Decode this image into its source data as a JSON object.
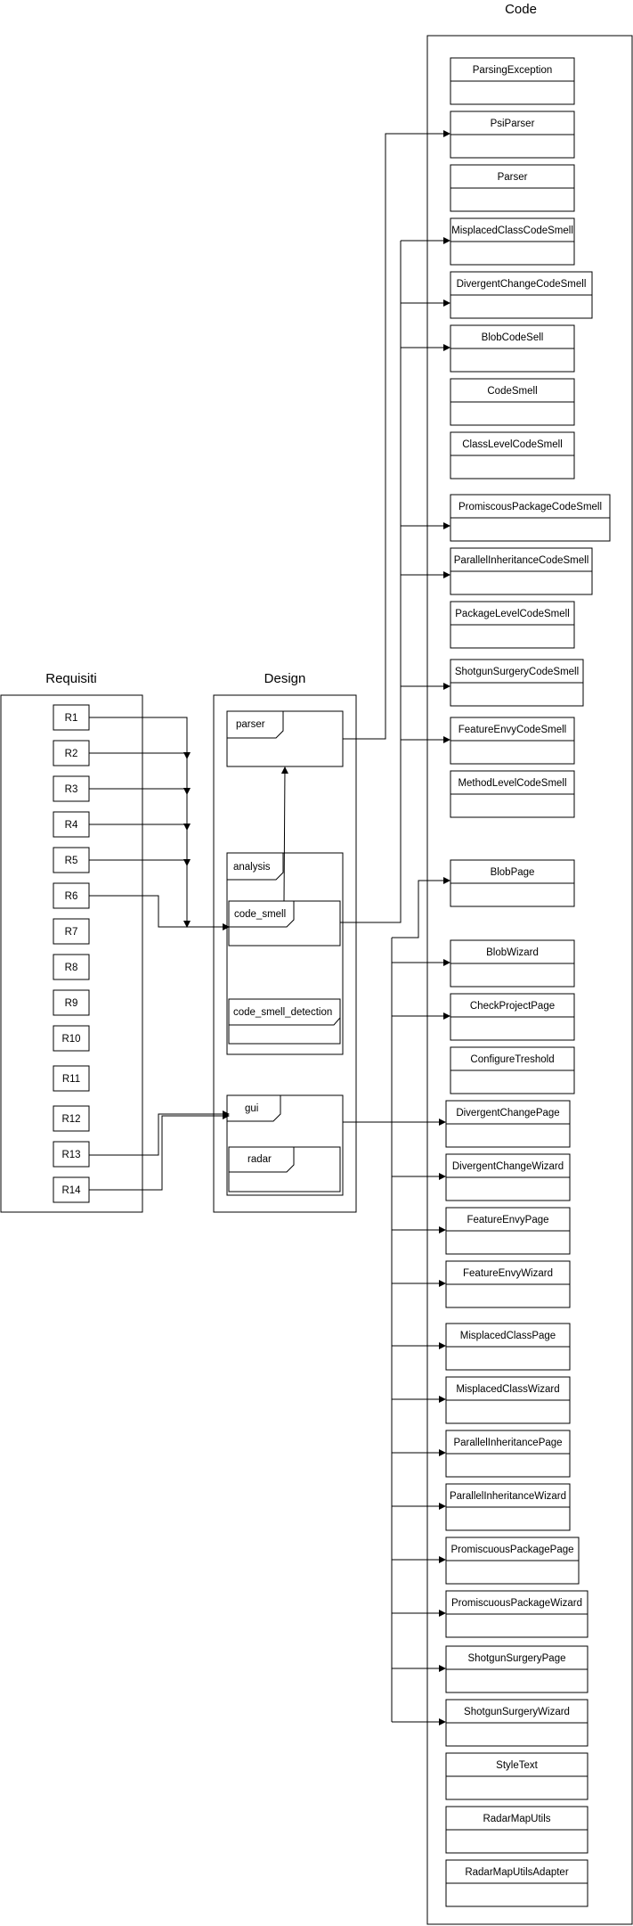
{
  "columns": {
    "requisiti": "Requisiti",
    "design": "Design",
    "code": "Code"
  },
  "requirements": [
    "R1",
    "R2",
    "R3",
    "R4",
    "R5",
    "R6",
    "R7",
    "R8",
    "R9",
    "R10",
    "R11",
    "R12",
    "R13",
    "R14"
  ],
  "design": {
    "parser": "parser",
    "analysis": "analysis",
    "code_smell": "code_smell",
    "code_smell_detection": "code_smell_detection",
    "gui": "gui",
    "radar": "radar"
  },
  "code_classes": [
    "ParsingException",
    "PsiParser",
    "Parser",
    "MisplacedClassCodeSmell",
    "DivergentChangeCodeSmell",
    "BlobCodeSell",
    "CodeSmell",
    "ClassLevelCodeSmell",
    "PromiscousPackageCodeSmell",
    "ParallelInheritanceCodeSmell",
    "PackageLevelCodeSmell",
    "ShotgunSurgeryCodeSmell",
    "FeatureEnvyCodeSmell",
    "MethodLevelCodeSmell",
    "BlobPage",
    "BlobWizard",
    "CheckProjectPage",
    "ConfigureTreshold",
    "DivergentChangePage",
    "DivergentChangeWizard",
    "FeatureEnvyPage",
    "FeatureEnvyWizard",
    "MisplacedClassPage",
    "MisplacedClassWizard",
    "ParallelInheritancePage",
    "ParallelInheritanceWizard",
    "PromiscuousPackagePage",
    "PromiscuousPackageWizard",
    "ShotgunSurgeryPage",
    "ShotgunSurgeryWizard",
    "StyleText",
    "RadarMapUtils",
    "RadarMapUtilsAdapter"
  ]
}
